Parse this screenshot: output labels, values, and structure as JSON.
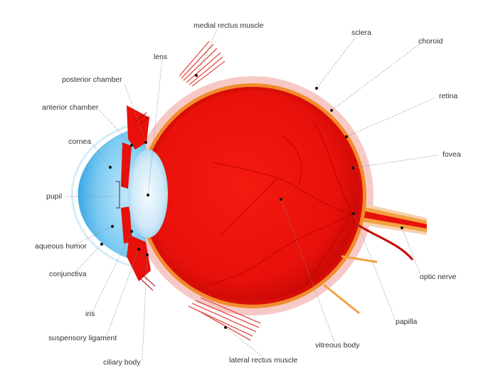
{
  "colors": {
    "eyeball": "#e8100a",
    "eyeball_dark": "#c60a05",
    "sclera_outer": "#f7c6c3",
    "choroid": "#f08a2a",
    "vessel": "#b00000",
    "cornea": "#6fc3ef",
    "lens": "#d7eefa",
    "muscle": "#e55b55",
    "leader": "#9a9a9a"
  },
  "labels": {
    "medial_rectus_muscle": "medial rectus muscle",
    "lens": "lens",
    "sclera": "sclera",
    "choroid": "choroid",
    "posterior_chamber": "posterior chamber",
    "anterior_chamber": "anterior chamber",
    "retina": "retina",
    "cornea": "cornea",
    "fovea": "fovea",
    "pupil": "pupil",
    "aqueous_humor": "aqueous humor",
    "conjunctiva": "conjunctiva",
    "optic_nerve": "optic nerve",
    "iris": "iris",
    "papilla": "papilla",
    "suspensory_ligament": "suspensory ligament",
    "vitreous_body": "vitreous body",
    "ciliary_body": "ciliary body",
    "lateral_rectus_muscle": "lateral rectus muscle"
  }
}
